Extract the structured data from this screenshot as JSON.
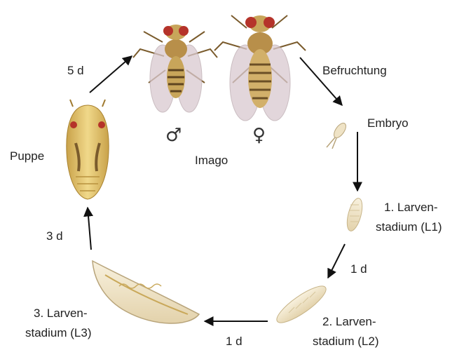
{
  "labels": {
    "five_days": "5 d",
    "befruchtung": "Befruchtung",
    "embryo": "Embryo",
    "male_symbol": "♂",
    "female_symbol": "♀",
    "imago": "Imago",
    "puppe": "Puppe",
    "l1_line1": "1. Larven-",
    "l1_line2": "stadium (L1)",
    "one_day_a": "1 d",
    "l2_line1": "2. Larven-",
    "l2_line2": "stadium (L2)",
    "one_day_b": "1 d",
    "l3_line1": "3. Larven-",
    "l3_line2": "stadium (L3)",
    "three_days": "3 d"
  },
  "colors": {
    "arrow": "#111111",
    "fly_body": "#c8a55a",
    "fly_eye": "#b5332a",
    "fly_wing": "#d9c9cf",
    "larva": "#efe3c6",
    "pupa": "#e2c56e"
  }
}
